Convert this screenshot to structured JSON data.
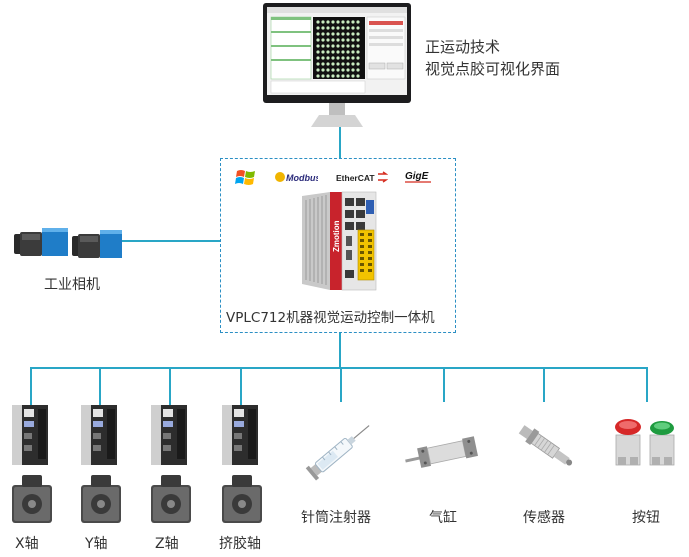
{
  "monitor": {
    "caption_line1": "正运动技术",
    "caption_line2": "视觉点胶可视化界面"
  },
  "controller": {
    "label": "VPLC712机器视觉运动控制一体机",
    "brand": "Zmotion",
    "protocols": [
      "Modbus",
      "EtherCAT",
      "GigE"
    ]
  },
  "camera": {
    "label": "工业相机"
  },
  "axes": [
    {
      "label": "X轴"
    },
    {
      "label": "Y轴"
    },
    {
      "label": "Z轴"
    },
    {
      "label": "挤胶轴"
    }
  ],
  "peripherals": [
    {
      "label": "针筒注射器"
    },
    {
      "label": "气缸"
    },
    {
      "label": "传感器"
    },
    {
      "label": "按钮"
    }
  ],
  "colors": {
    "line": "#29a6c6",
    "box_border": "#2b8fc4",
    "controller_red": "#c8232c"
  }
}
